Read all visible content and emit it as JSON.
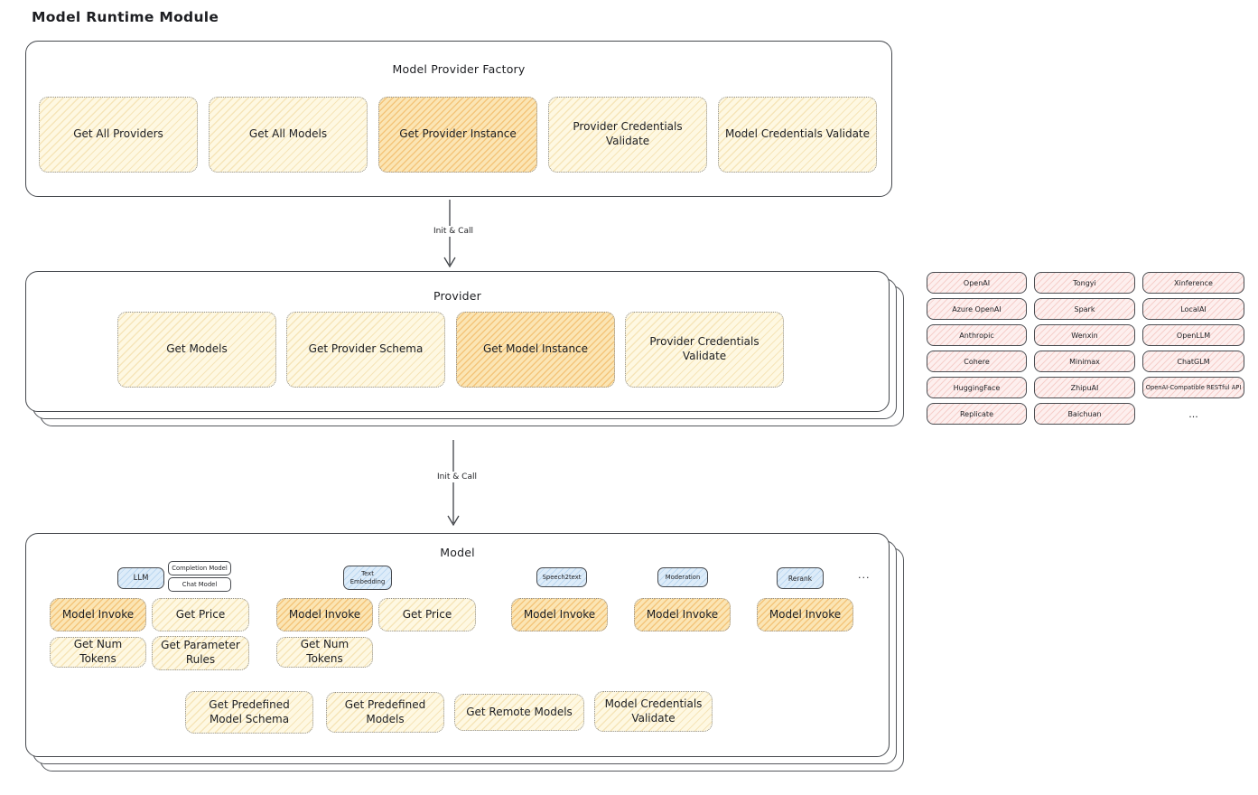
{
  "page_title": "Model Runtime Module",
  "factory": {
    "title": "Model Provider Factory",
    "items": [
      {
        "label": "Get All Providers"
      },
      {
        "label": "Get All Models"
      },
      {
        "label": "Get Provider Instance"
      },
      {
        "label": "Provider Credentials Validate"
      },
      {
        "label": "Model Credentials Validate"
      }
    ]
  },
  "arrows": {
    "factory_to_provider": "Init & Call",
    "provider_to_model": "Init & Call"
  },
  "provider": {
    "title": "Provider",
    "items": [
      {
        "label": "Get Models"
      },
      {
        "label": "Get Provider Schema"
      },
      {
        "label": "Get Model Instance"
      },
      {
        "label": "Provider Credentials Validate"
      }
    ]
  },
  "provider_list": {
    "items": [
      "OpenAI",
      "Tongyi",
      "Xinference",
      "Azure OpenAI",
      "Spark",
      "LocalAI",
      "Anthropic",
      "Wenxin",
      "OpenLLM",
      "Cohere",
      "Minimax",
      "ChatGLM",
      "HuggingFace",
      "ZhipuAI",
      "OpenAI-Compatible RESTful API",
      "Replicate",
      "Baichuan"
    ],
    "ellipsis": "..."
  },
  "model": {
    "title": "Model",
    "model_types": {
      "llm": "LLM",
      "completion_model": "Completion Model",
      "chat_model": "Chat Model",
      "text_embedding": "Text Embedding",
      "speech2text": "Speech2text",
      "moderation": "Moderation",
      "rerank": "Rerank",
      "ellipsis": "..."
    },
    "llm_ops": {
      "invoke": "Model Invoke",
      "get_price": "Get Price",
      "get_num_tokens": "Get Num Tokens",
      "get_parameter_rules": "Get Parameter Rules"
    },
    "text_embedding_ops": {
      "invoke": "Model Invoke",
      "get_price": "Get Price",
      "get_num_tokens": "Get Num Tokens"
    },
    "speech2text_ops": {
      "invoke": "Model Invoke"
    },
    "moderation_ops": {
      "invoke": "Model Invoke"
    },
    "rerank_ops": {
      "invoke": "Model Invoke"
    },
    "common_ops": [
      "Get Predefined Model Schema",
      "Get Predefined Models",
      "Get Remote Models",
      "Model Credentials Validate"
    ],
    "colors": {
      "yellow_fill": "#FEF8E2",
      "orange_fill": "#FBE5B4",
      "blue_fill": "#DDECF9",
      "pink_fill": "#FDEFEE",
      "stroke": "#46494e"
    }
  }
}
